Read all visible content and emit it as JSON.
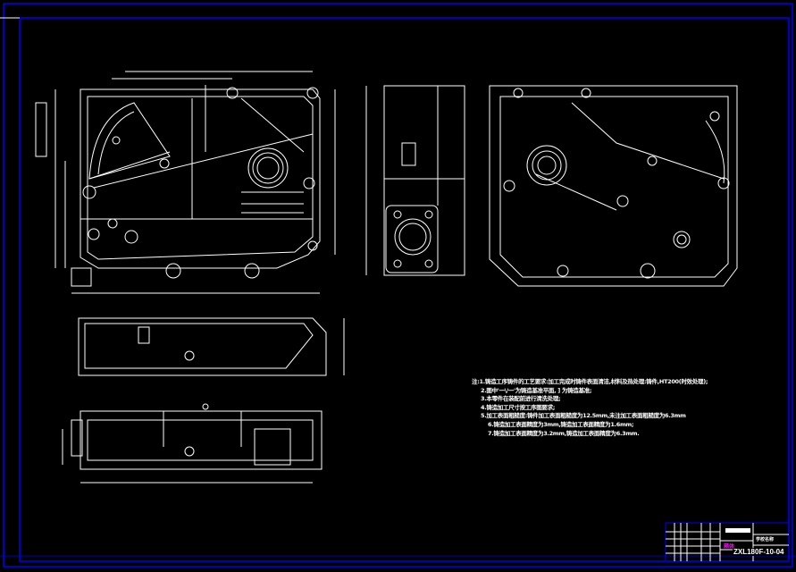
{
  "colors": {
    "background": "#000000",
    "frame": "#0000ff",
    "lines": "#ffffff",
    "title_block_text": "#ff00ff",
    "dims": "#ffffff"
  },
  "notes": [
    "注:1.铸造工序铸件的工艺要求:加工完成时铸件表面清洁,材料及热处理:铸件,HT200(时效处理);",
    "2.图中'一\\/一'为铸造基准平面, ]  为铸造基准;",
    "3.本零件在装配前进行清洗处理;",
    "4.铸造加工尺寸按工序图要求;",
    "5.加工表面粗糙度:铸件加工表面粗糙度为12.5mm,未注加工表面粗糙度为6.3mm",
    "6.铸造加工表面精度为3mm,铸造加工表面精度为1.6mm;",
    "7.铸造加工表面精度为3.2mm,铸造加工表面精度为6.3mm."
  ],
  "title_block": {
    "drawing_number": "ZXL180F-10-04",
    "part_name": "箱体",
    "company": "学校名称"
  }
}
